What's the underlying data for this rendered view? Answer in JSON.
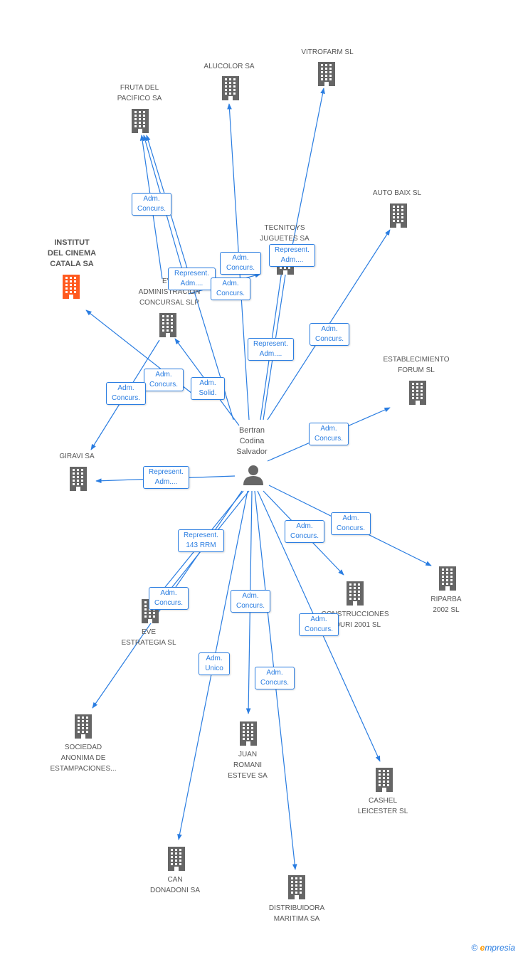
{
  "center": {
    "label": "Bertran\nCodina\nSalvador"
  },
  "nodes": [
    {
      "id": "vitrofarm",
      "label": "VITROFARM SL"
    },
    {
      "id": "alucolor",
      "label": "ALUCOLOR SA"
    },
    {
      "id": "fruta",
      "label": "FRUTA DEL\nPACIFICO SA"
    },
    {
      "id": "autobaix",
      "label": "AUTO BAIX SL"
    },
    {
      "id": "tecnitoys",
      "label": "TECNITOYS\nJUGUETES SA"
    },
    {
      "id": "institut",
      "label": "INSTITUT\nDEL CINEMA\nCATALA SA",
      "highlight": true
    },
    {
      "id": "eve_adm",
      "label": "EVE\nADMINISTRACION\nCONCURSAL SLP"
    },
    {
      "id": "establecimiento",
      "label": "ESTABLECIMIENTO\nFORUM SL"
    },
    {
      "id": "giravi",
      "label": "GIRAVI SA"
    },
    {
      "id": "riparba",
      "label": "RIPARBA\n2002 SL"
    },
    {
      "id": "construcciones",
      "label": "CONSTRUCCIONES\nNOURI 2001 SL"
    },
    {
      "id": "eve_estrategia",
      "label": "EVE\nESTRATEGIA SL"
    },
    {
      "id": "sociedad",
      "label": "SOCIEDAD\nANONIMA DE\nESTAMPACIONES..."
    },
    {
      "id": "juan",
      "label": "JUAN\nROMANI\nESTEVE SA"
    },
    {
      "id": "cashel",
      "label": "CASHEL\nLEICESTER SL"
    },
    {
      "id": "can",
      "label": "CAN\nDONADONI SA"
    },
    {
      "id": "distribuidora",
      "label": "DISTRIBUIDORA\nMARITIMA SA"
    }
  ],
  "edge_labels": [
    {
      "id": "l_fruta",
      "text": "Adm.\nConcurs."
    },
    {
      "id": "l_tec1",
      "text": "Adm.\nConcurs."
    },
    {
      "id": "l_vitro",
      "text": "Represent.\nAdm...."
    },
    {
      "id": "l_eve1",
      "text": "Represent.\nAdm...."
    },
    {
      "id": "l_tec2",
      "text": "Adm.\nConcurs."
    },
    {
      "id": "l_tec3",
      "text": "Represent.\nAdm...."
    },
    {
      "id": "l_autobaix",
      "text": "Adm.\nConcurs."
    },
    {
      "id": "l_inst",
      "text": "Adm.\nConcurs."
    },
    {
      "id": "l_giravi1",
      "text": "Adm.\nConcurs."
    },
    {
      "id": "l_solid",
      "text": "Adm.\nSolid."
    },
    {
      "id": "l_estab",
      "text": "Adm.\nConcurs."
    },
    {
      "id": "l_giravi2",
      "text": "Represent.\nAdm...."
    },
    {
      "id": "l_riparba",
      "text": "Adm.\nConcurs."
    },
    {
      "id": "l_constr",
      "text": "Adm.\nConcurs."
    },
    {
      "id": "l_rrm",
      "text": "Represent.\n143 RRM"
    },
    {
      "id": "l_eveest",
      "text": "Adm.\nConcurs."
    },
    {
      "id": "l_juan",
      "text": "Adm.\nConcurs."
    },
    {
      "id": "l_cashel",
      "text": "Adm.\nConcurs."
    },
    {
      "id": "l_can",
      "text": "Adm.\nUnico"
    },
    {
      "id": "l_distr",
      "text": "Adm.\nConcurs."
    }
  ],
  "footer": {
    "copyright": "©",
    "brand_first": "e",
    "brand_rest": "mpresia"
  },
  "colors": {
    "edge": "#2a7de1",
    "building": "#666666",
    "highlight": "#ff5a1f",
    "person": "#666666"
  }
}
